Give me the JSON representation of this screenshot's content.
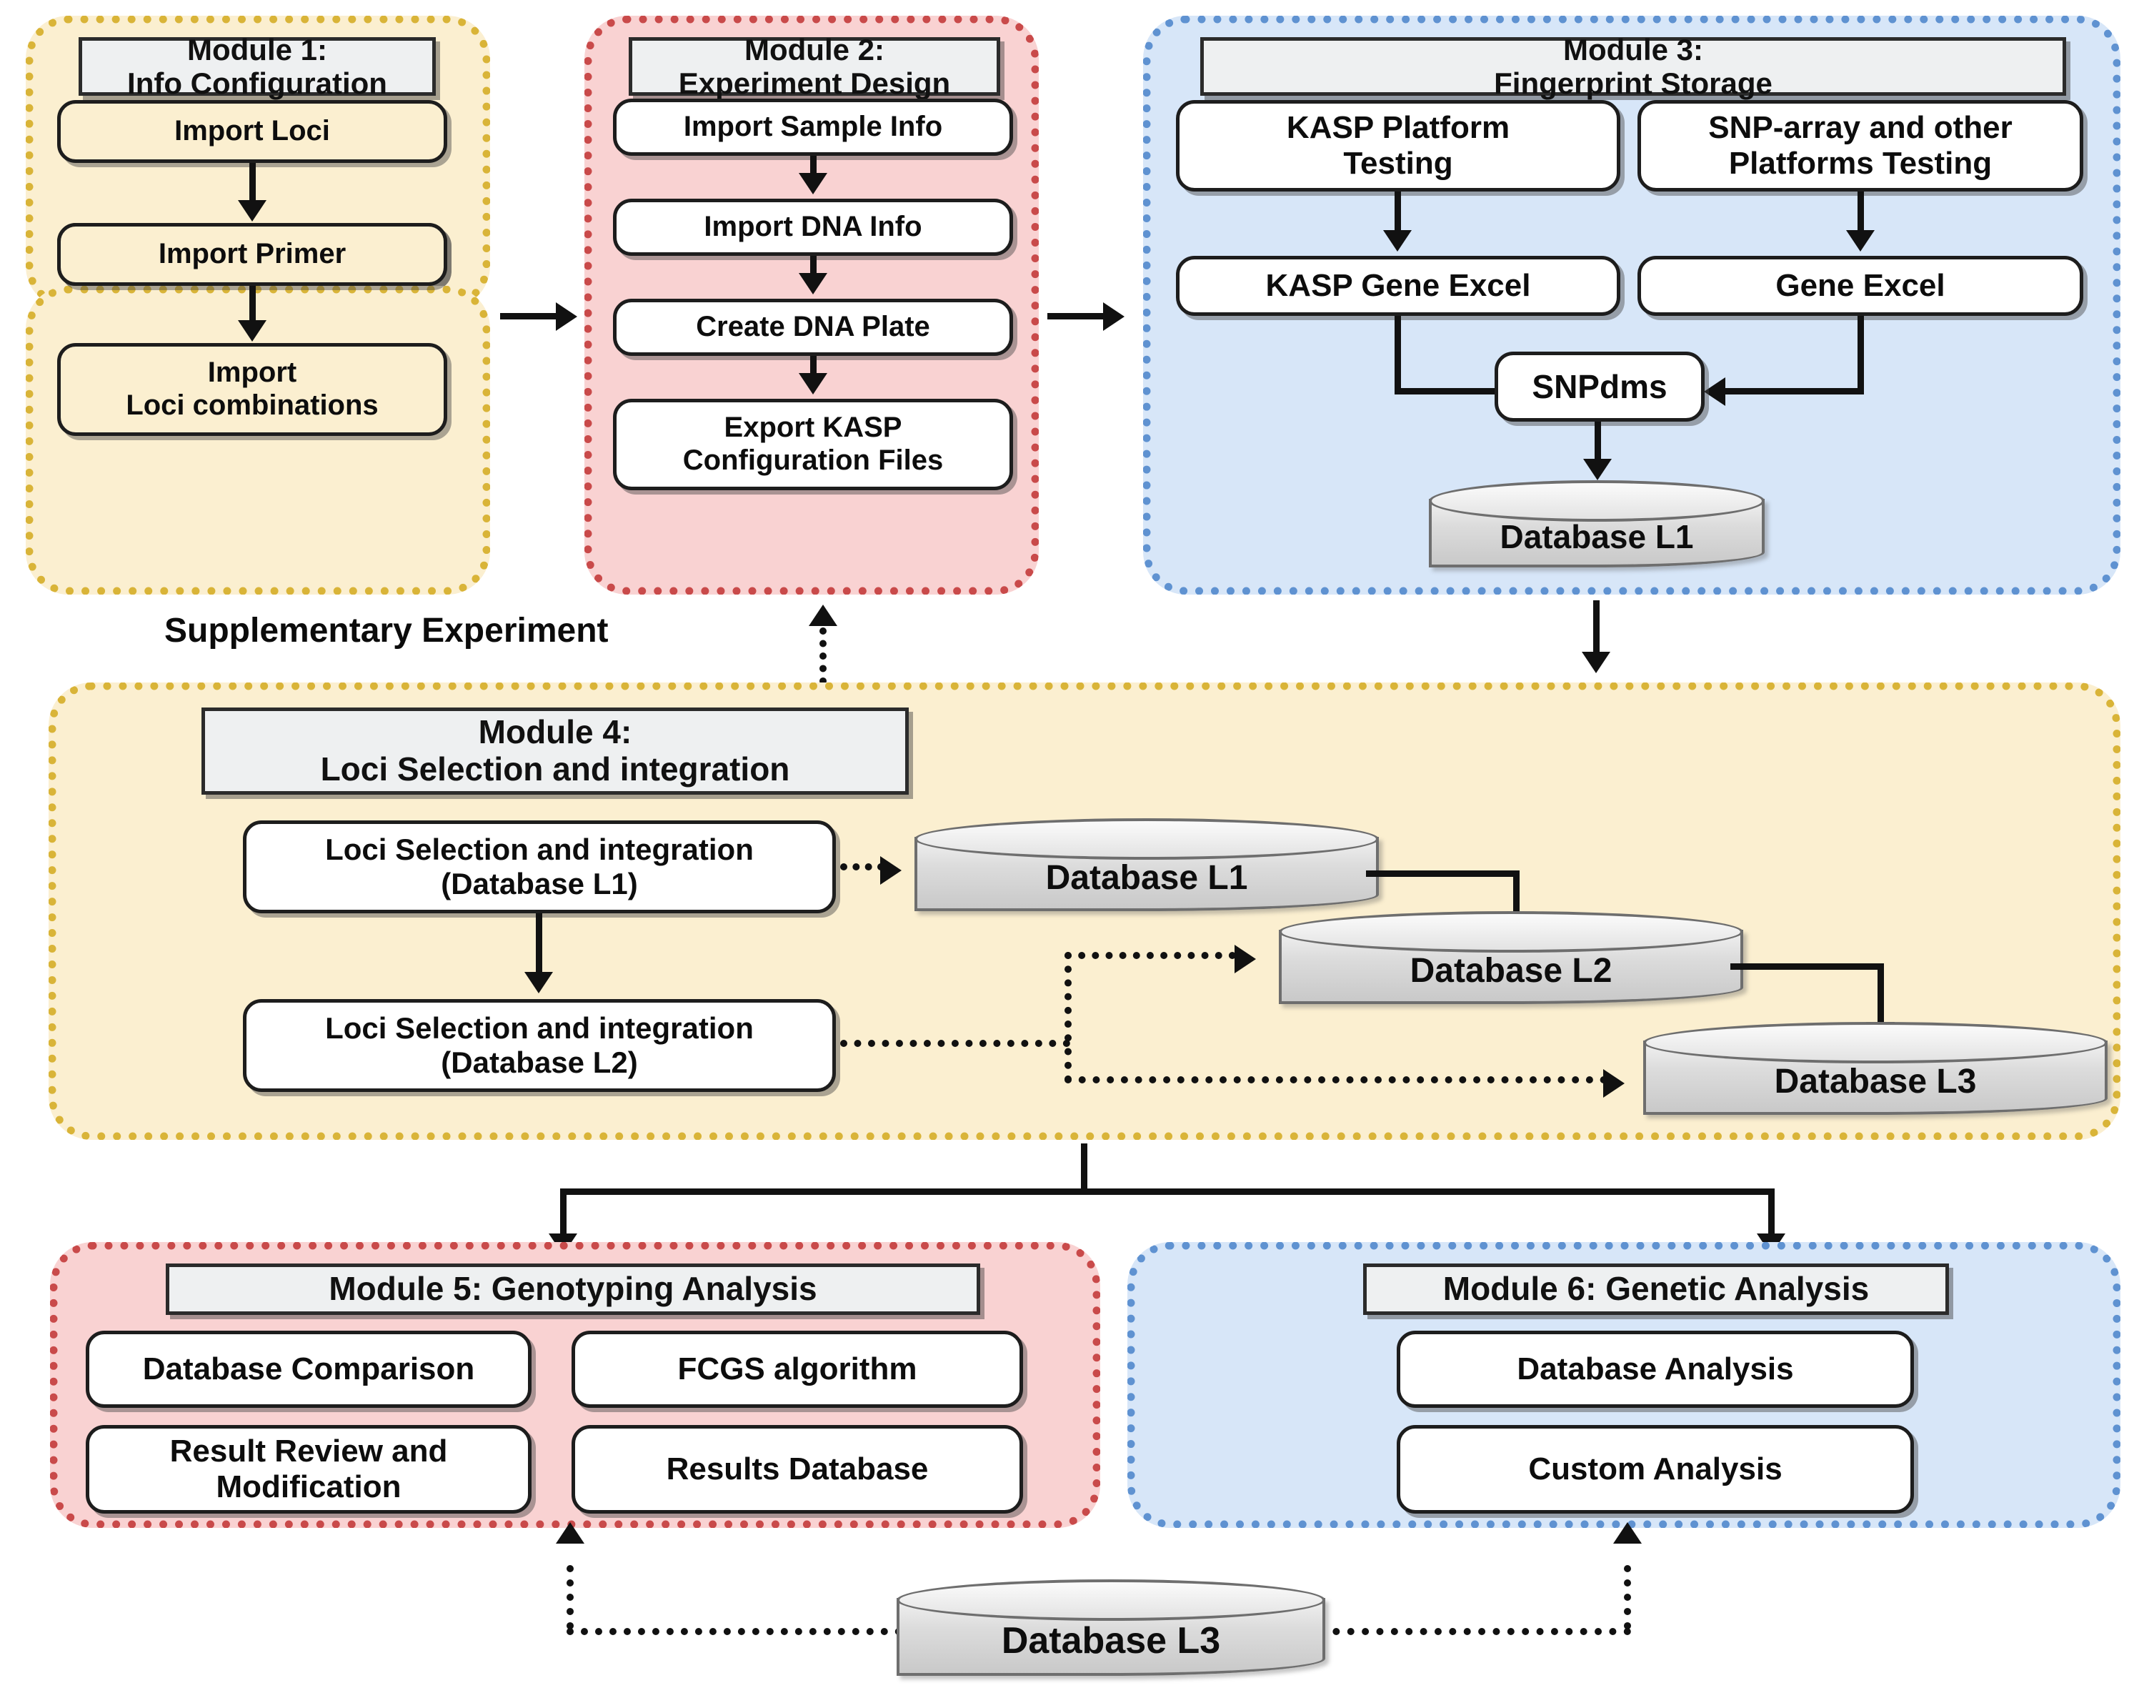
{
  "diagram": {
    "title_text": "Supplementary Experiment",
    "colors": {
      "module1_bg": "#fbefd0",
      "module1_border": "#d9b438",
      "module2_bg": "#f9d2d2",
      "module2_border": "#c94a4a",
      "module3_bg": "#d7e6f8",
      "module3_border": "#5f92d1",
      "module4_bg": "#fbefd0",
      "module4_border": "#d9b438",
      "module5_bg": "#f9d2d2",
      "module5_border": "#c94a4a",
      "module6_bg": "#d7e6f8",
      "module6_border": "#5f92d1",
      "header_bg": "#eef0f1",
      "box_bg": "#ffffff",
      "cylinder_fill": "#dcdcdc",
      "connector": "#111111"
    },
    "modules": [
      {
        "id": "module1",
        "header_line1": "Module 1:",
        "header_line2": "Info Configuration",
        "boxes": [
          {
            "label": "Import Loci"
          },
          {
            "label": "Import Primer"
          },
          {
            "label_line1": "Import",
            "label_line2": "Loci combinations"
          }
        ]
      },
      {
        "id": "module2",
        "header_line1": "Module 2:",
        "header_line2": "Experiment Design",
        "boxes": [
          {
            "label": "Import Sample Info"
          },
          {
            "label": "Import DNA Info"
          },
          {
            "label": "Create DNA Plate"
          },
          {
            "label_line1": "Export KASP",
            "label_line2": "Configuration Files"
          }
        ]
      },
      {
        "id": "module3",
        "header_line1": "Module 3:",
        "header_line2": "Fingerprint Storage",
        "boxes": [
          {
            "label_line1": "KASP Platform",
            "label_line2": "Testing"
          },
          {
            "label_line1": "SNP-array and other",
            "label_line2": "Platforms Testing"
          },
          {
            "label": "KASP Gene Excel"
          },
          {
            "label": "Gene Excel"
          },
          {
            "label": "SNPdms"
          }
        ],
        "database": "Database L1"
      },
      {
        "id": "module4",
        "header_line1": "Module 4:",
        "header_line2": "Loci Selection and integration",
        "boxes": [
          {
            "label_line1": "Loci Selection and integration",
            "label_line2": "(Database L1)"
          },
          {
            "label_line1": "Loci Selection and integration",
            "label_line2": "(Database L2)"
          }
        ],
        "databases": [
          "Database L1",
          "Database L2",
          "Database L3"
        ]
      },
      {
        "id": "module5",
        "header_line1": "Module 5: Genotyping Analysis",
        "boxes": [
          {
            "label": "Database Comparison"
          },
          {
            "label": "FCGS algorithm"
          },
          {
            "label_line1": "Result Review and",
            "label_line2": "Modification"
          },
          {
            "label": "Results Database"
          }
        ]
      },
      {
        "id": "module6",
        "header_line1": "Module 6: Genetic Analysis",
        "boxes": [
          {
            "label": "Database Analysis"
          },
          {
            "label": "Custom Analysis"
          }
        ]
      }
    ],
    "bottom_database": "Database L3"
  }
}
